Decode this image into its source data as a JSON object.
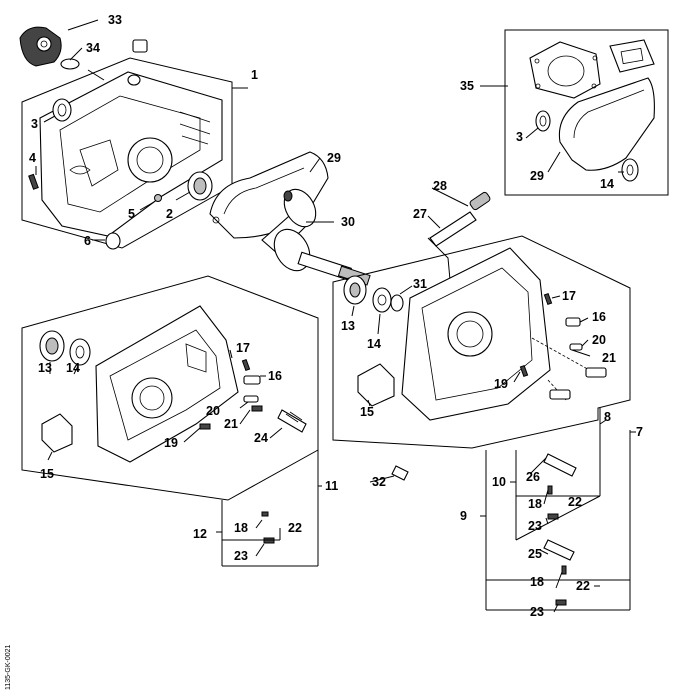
{
  "diagram": {
    "callouts": {
      "n1": "1",
      "n2": "2",
      "n3a": "3",
      "n3b": "3",
      "n4": "4",
      "n5": "5",
      "n6": "6",
      "n7": "7",
      "n8": "8",
      "n9": "9",
      "n10": "10",
      "n11": "11",
      "n12": "12",
      "n13a": "13",
      "n13b": "13",
      "n14a": "14",
      "n14b": "14",
      "n14c": "14",
      "n15a": "15",
      "n15b": "15",
      "n16a": "16",
      "n16b": "16",
      "n17a": "17",
      "n17b": "17",
      "n18a": "18",
      "n18b": "18",
      "n18c": "18",
      "n19a": "19",
      "n19b": "19",
      "n20a": "20",
      "n20b": "20",
      "n21a": "21",
      "n21b": "21",
      "n22a": "22",
      "n22b": "22",
      "n22c": "22",
      "n23a": "23",
      "n23b": "23",
      "n23c": "23",
      "n24": "24",
      "n25": "25",
      "n26": "26",
      "n27": "27",
      "n28": "28",
      "n29a": "29",
      "n29b": "29",
      "n30": "30",
      "n31": "31",
      "n32": "32",
      "n33": "33",
      "n34": "34",
      "n35": "35"
    },
    "image_code": "1135-GK-0021"
  }
}
